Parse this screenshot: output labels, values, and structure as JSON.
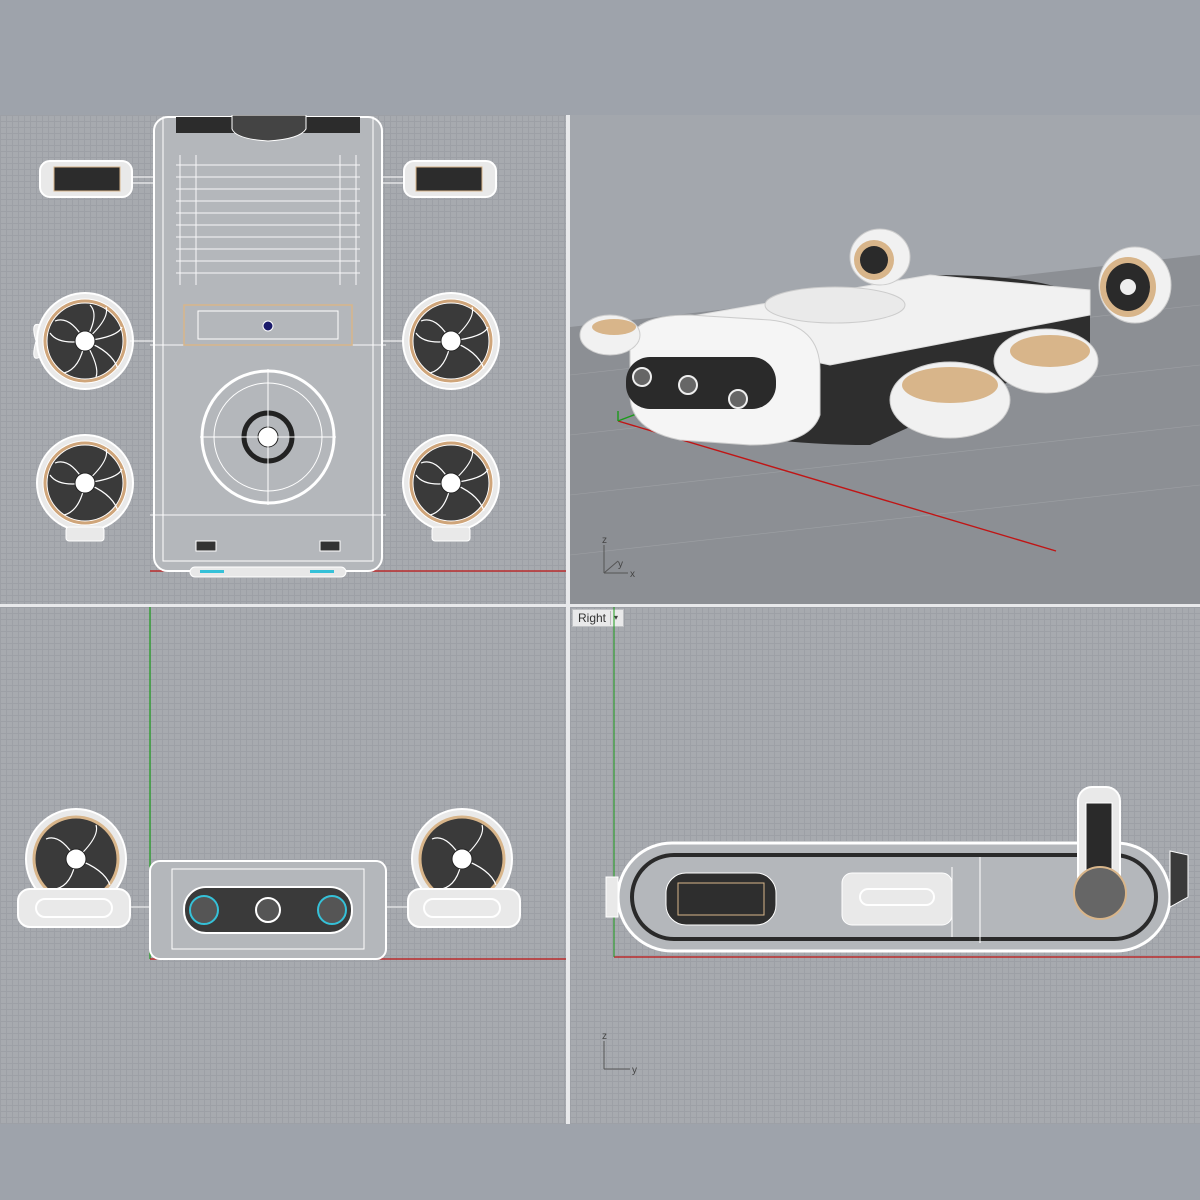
{
  "viewports": {
    "top": {
      "label": ""
    },
    "perspective": {
      "label": "",
      "axis_x": "x",
      "axis_y": "y",
      "axis_z": "z"
    },
    "front": {
      "label": ""
    },
    "right": {
      "label": "Right",
      "menu_icon": "dropdown-caret-icon",
      "axis_y": "y",
      "axis_z": "z"
    }
  },
  "colors": {
    "background": "#9ea3ab",
    "grid": "#a7aaaf",
    "x_axis": "#c01515",
    "y_axis": "#1a9b1a",
    "wireframe": "#ffffff",
    "body_dark": "#2a2a2a",
    "accent_tan": "#d8b58a"
  }
}
